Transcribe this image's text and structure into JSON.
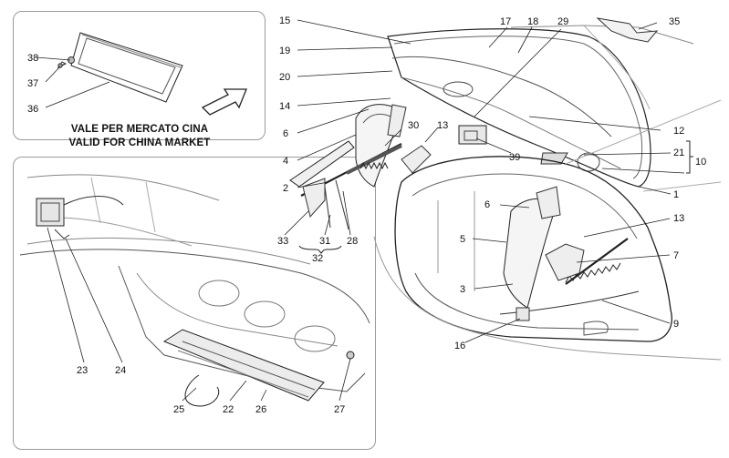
{
  "china_note": {
    "line1": "VALE PER MERCATO CINA",
    "line2": "VALID FOR CHINA MARKET"
  },
  "callouts": [
    "15",
    "17",
    "18",
    "29",
    "35",
    "19",
    "20",
    "14",
    "6",
    "30",
    "13",
    "12",
    "4",
    "21",
    "10",
    "39",
    "1",
    "2",
    "6",
    "13",
    "5",
    "7",
    "33",
    "31",
    "28",
    "32",
    "3",
    "9",
    "16",
    "38",
    "37",
    "36",
    "23",
    "24",
    "25",
    "22",
    "26",
    "27"
  ]
}
